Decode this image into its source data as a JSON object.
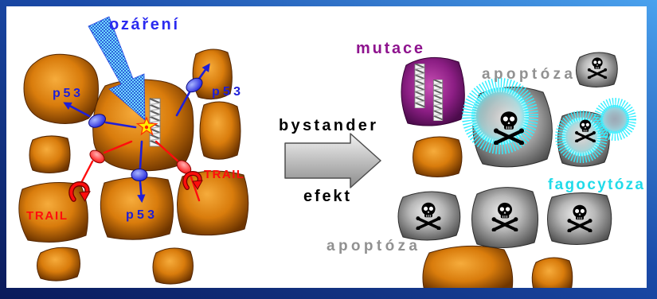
{
  "diagram": {
    "before": {
      "stimulus": "ozáření",
      "protein": "p53",
      "ligand": "TRAIL"
    },
    "transition": {
      "line1": "bystander",
      "line2": "efekt"
    },
    "after": {
      "mutation": "mutace",
      "apoptosis": "apoptóza",
      "phagocytosis": "fagocytóza"
    }
  },
  "icons": {
    "dead_cell_marker": "skull-and-crossbones-icon",
    "genome": "dna-helix-icon",
    "damage": "explosion-icon",
    "trail_receptor": "curved-arrow-icon"
  },
  "colors": {
    "healthy_cell_light": "#f6ac3c",
    "healthy_cell_mid": "#d97c0c",
    "healthy_cell_dark": "#6e3500",
    "dead_cell_light": "#ececec",
    "dead_cell_dark": "#4e4e4e",
    "mutated_cell_light": "#c84fb4",
    "mutated_cell_dark": "#4c0c4c",
    "phagocyte": "#33eeff",
    "p53": "#1e1ed8",
    "trail": "#ff0d0d",
    "irradiation_label": "#2a2af0",
    "mutation_label": "#8e138e",
    "apoptosis_label": "#919191",
    "phagocytosis_label": "#21dbe9",
    "transition_label": "#000000"
  }
}
